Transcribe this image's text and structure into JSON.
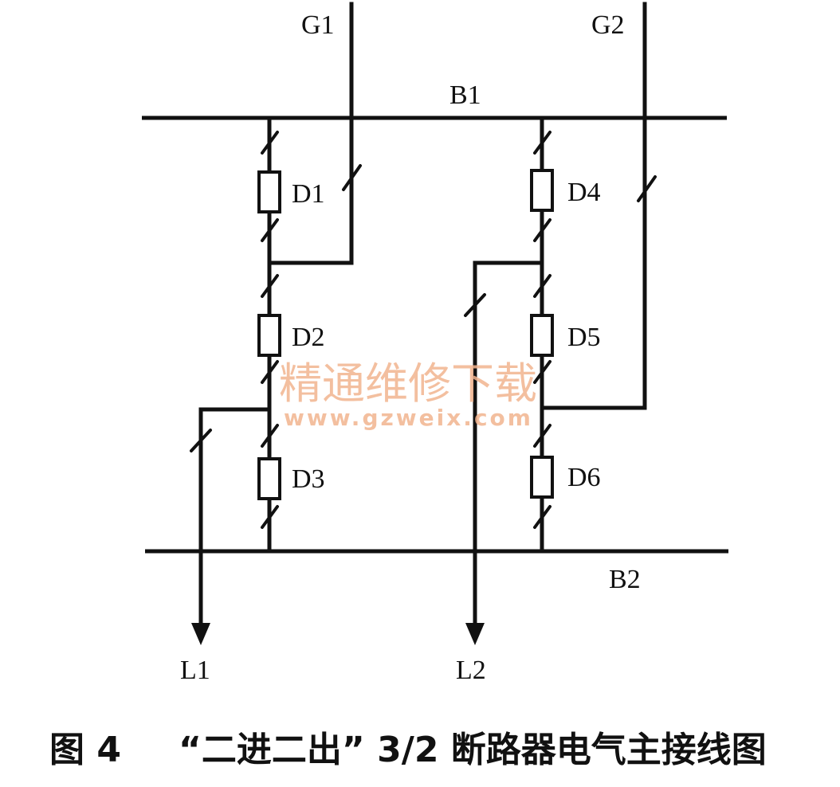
{
  "diagram": {
    "generators": {
      "g1": "G1",
      "g2": "G2"
    },
    "buses": {
      "b1": "B1",
      "b2": "B2"
    },
    "breakers": {
      "d1": "D1",
      "d2": "D2",
      "d3": "D3",
      "d4": "D4",
      "d5": "D5",
      "d6": "D6"
    },
    "lines": {
      "l1": "L1",
      "l2": "L2"
    }
  },
  "watermark": {
    "title": "精通维修下载",
    "url": "www.gzweix.com"
  },
  "caption": {
    "figure": "图 4",
    "text": "“二进二出” 3/2 断路器电气主接线图"
  }
}
